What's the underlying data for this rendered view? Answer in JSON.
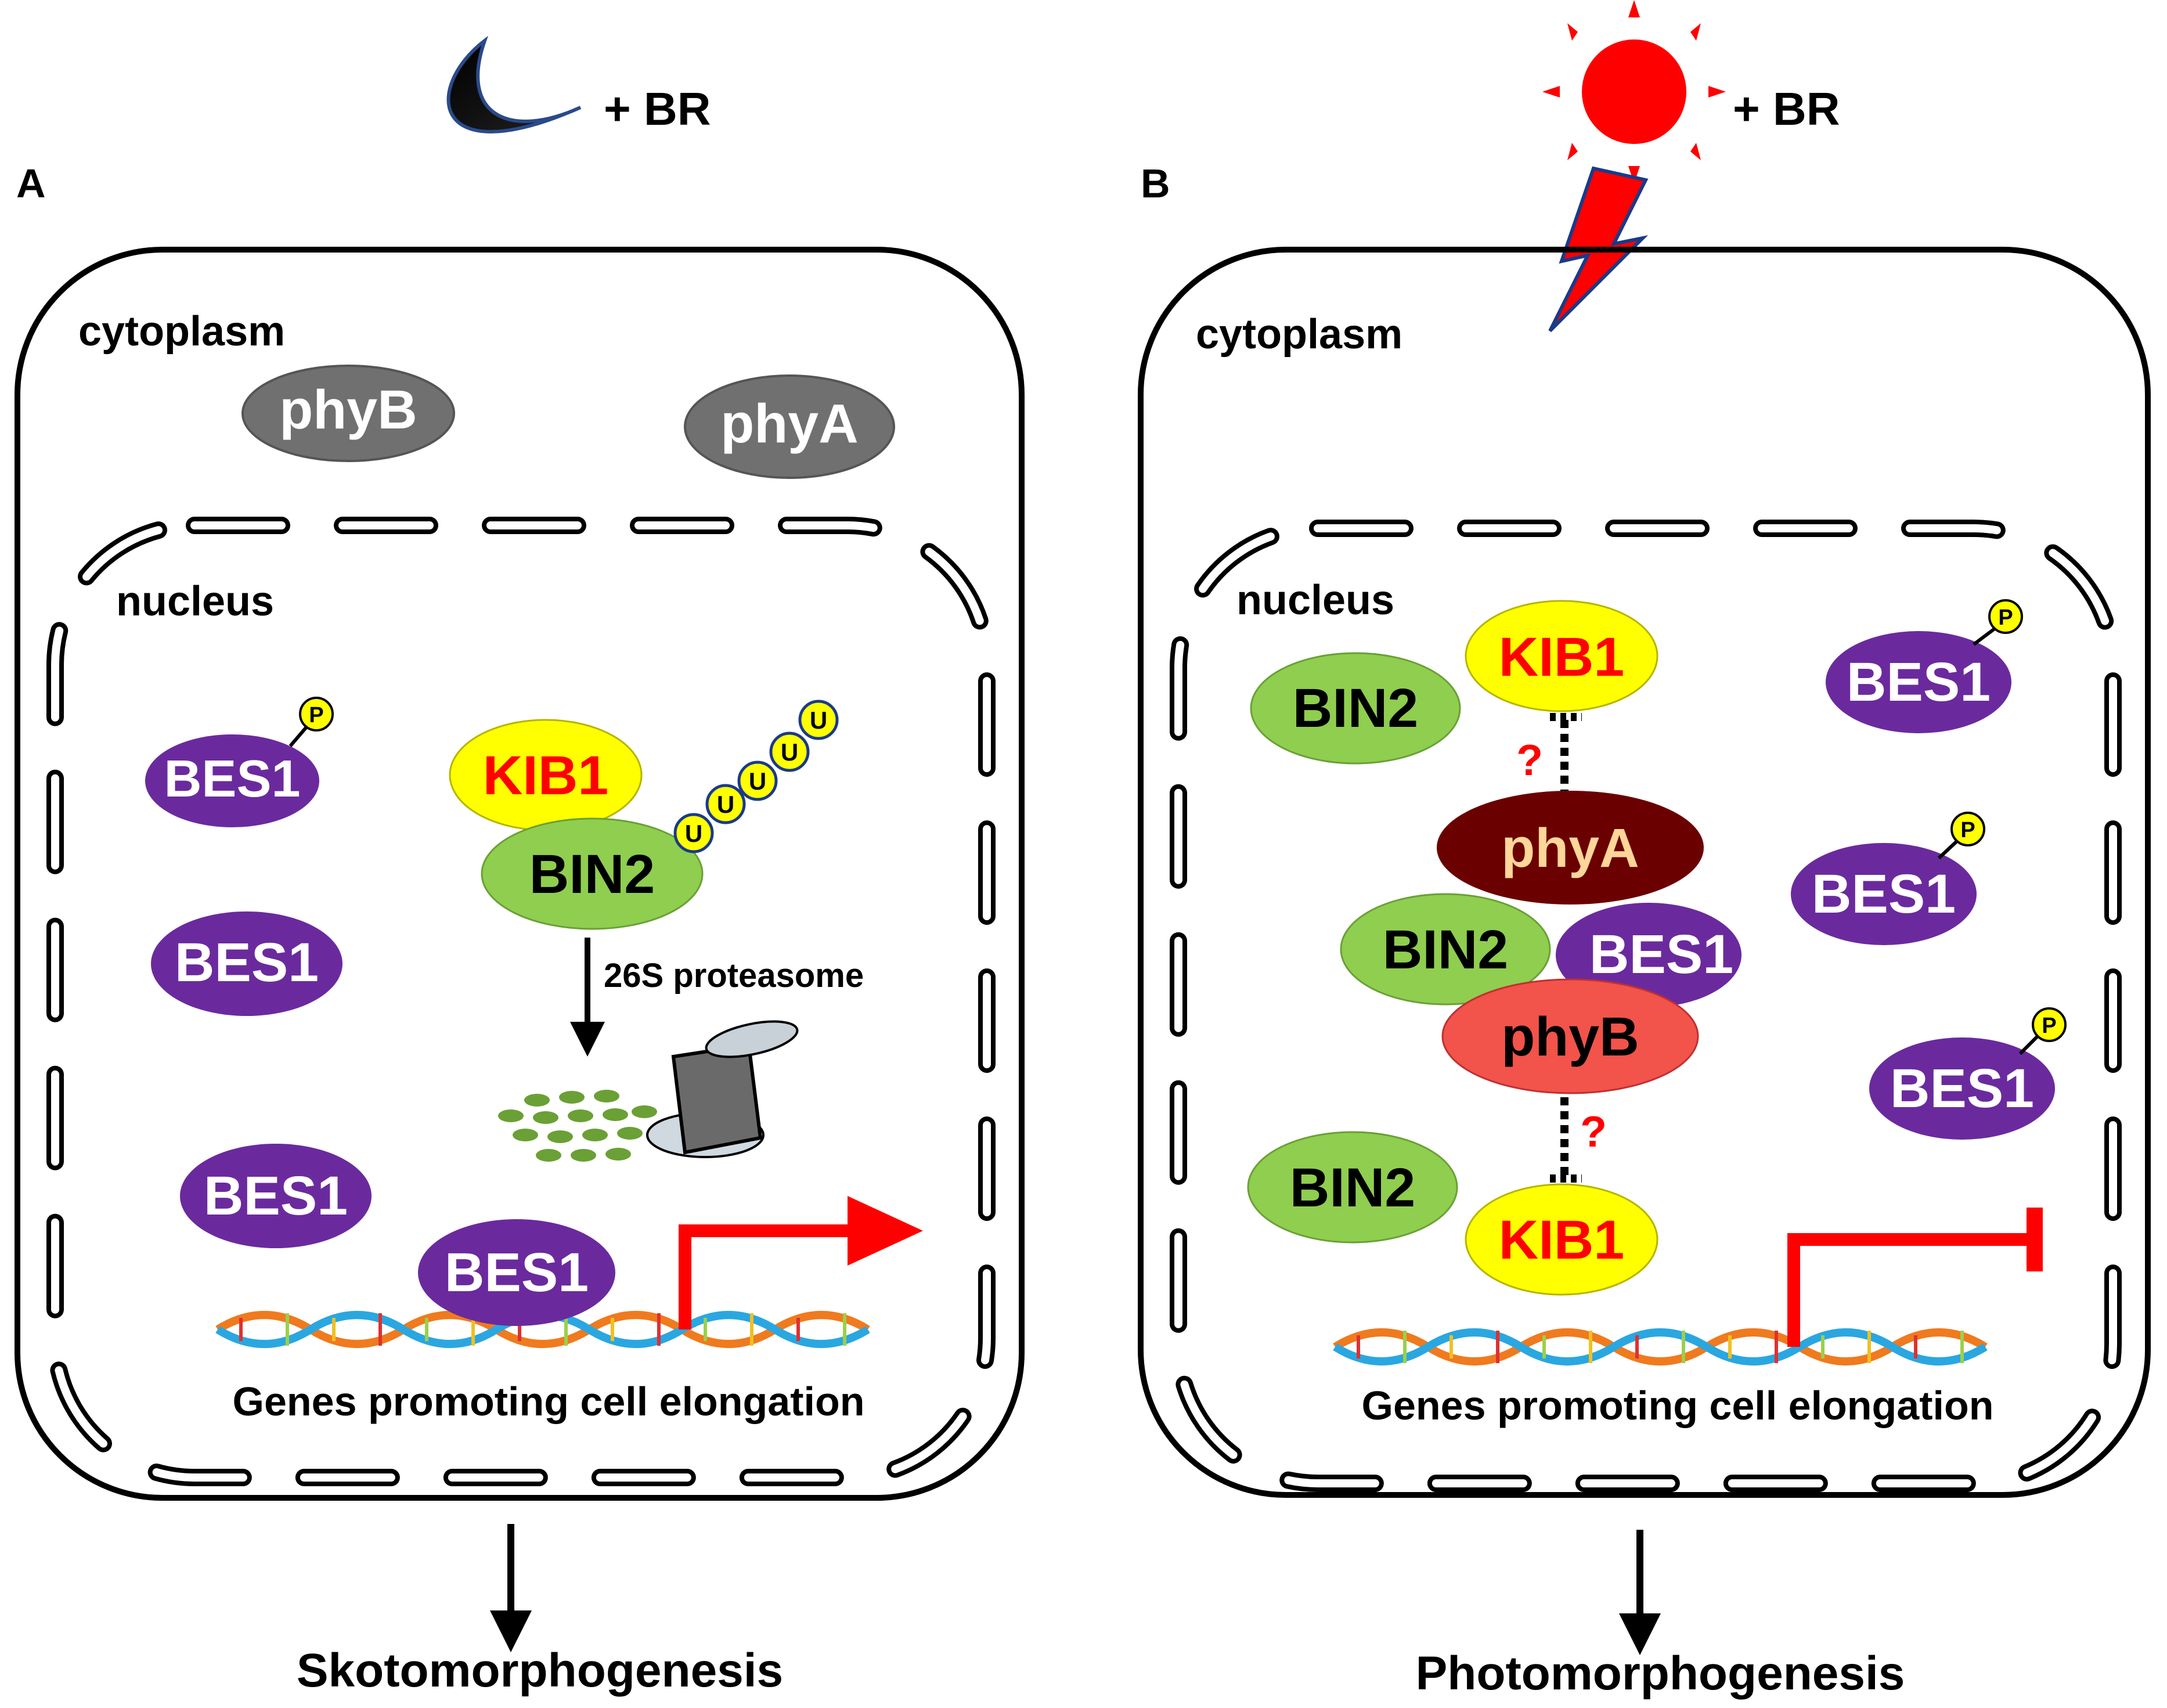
{
  "panel_a": {
    "letter": "A",
    "condition": "+ BR",
    "cytoplasm_label": "cytoplasm",
    "nucleus_label": "nucleus",
    "proteins": {
      "phyB": "phyB",
      "phyA": "phyA",
      "bes1_p": "BES1",
      "bes1_2": "BES1",
      "bes1_3": "BES1",
      "bes1_dna": "BES1",
      "kib1": "KIB1",
      "bin2": "BIN2"
    },
    "phospho": "P",
    "ubiquitin": [
      "U",
      "U",
      "U",
      "U",
      "U"
    ],
    "proteasome_label": "26S proteasome",
    "genes_label": "Genes promoting cell elongation",
    "outcome": "Skotomorphogenesis"
  },
  "panel_b": {
    "letter": "B",
    "condition": "+ BR",
    "cytoplasm_label": "cytoplasm",
    "nucleus_label": "nucleus",
    "proteins": {
      "kib1_top": "KIB1",
      "bin2_topleft": "BIN2",
      "phyA": "phyA",
      "bin2_mid": "BIN2",
      "bes1_mid": "BES1",
      "phyB": "phyB",
      "bin2_bottom": "BIN2",
      "kib1_bottom": "KIB1",
      "bes1_r1": "BES1",
      "bes1_r2": "BES1",
      "bes1_r3": "BES1"
    },
    "phospho": "P",
    "question": "?",
    "genes_label": "Genes promoting cell elongation",
    "outcome": "Photomorphogenesis"
  },
  "colors": {
    "bes1": "#6a2a9e",
    "bin2": "#8fce4f",
    "kib1": "#ffff00",
    "kib1_text": "#ff0000",
    "phy_gray": "#707070",
    "phyA_dark": "#6b0000",
    "phyA_text": "#ffd699",
    "phyB_red": "#f2534a",
    "arrow_red": "#ff0000",
    "moon": "#111111",
    "sun": "#ff0000"
  }
}
